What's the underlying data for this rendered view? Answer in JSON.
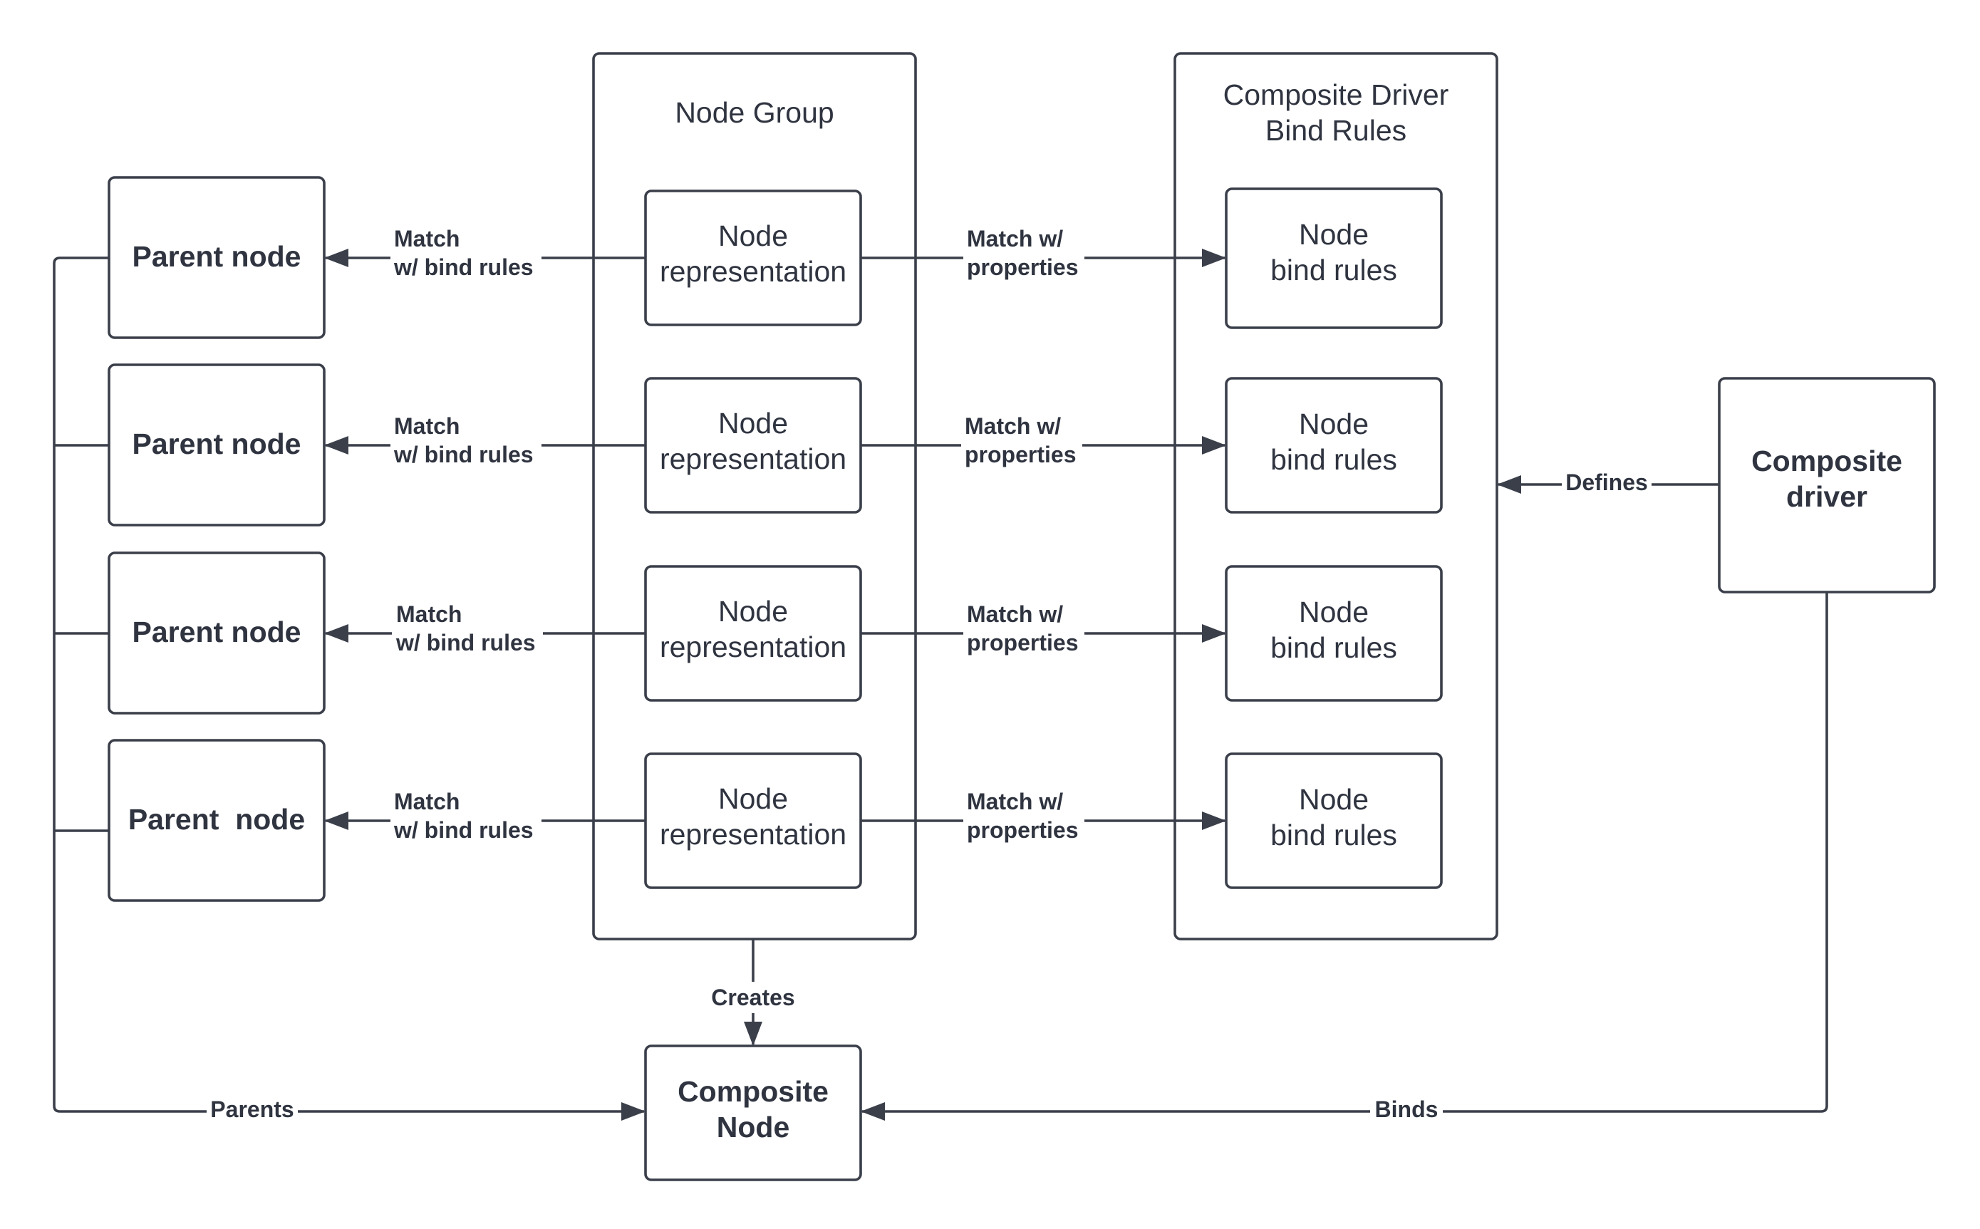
{
  "colors": {
    "stroke": "#3a3f4a",
    "text": "#2f3440",
    "background": "#ffffff"
  },
  "containers": {
    "node_group": {
      "title_lines": [
        "Node Group"
      ]
    },
    "bind_rules": {
      "title_lines": [
        "Composite Driver",
        "Bind Rules"
      ]
    }
  },
  "parent_nodes": [
    {
      "label": "Parent node"
    },
    {
      "label": "Parent node"
    },
    {
      "label": "Parent node"
    },
    {
      "label": "Parent  node"
    }
  ],
  "node_representations": [
    {
      "lines": [
        "Node",
        "representation"
      ]
    },
    {
      "lines": [
        "Node",
        "representation"
      ]
    },
    {
      "lines": [
        "Node",
        "representation"
      ]
    },
    {
      "lines": [
        "Node",
        "representation"
      ]
    }
  ],
  "node_bind_rules": [
    {
      "lines": [
        "Node",
        "bind rules"
      ]
    },
    {
      "lines": [
        "Node",
        "bind rules"
      ]
    },
    {
      "lines": [
        "Node",
        "bind rules"
      ]
    },
    {
      "lines": [
        "Node",
        "bind rules"
      ]
    }
  ],
  "composite_driver": {
    "lines": [
      "Composite",
      "driver"
    ]
  },
  "composite_node": {
    "lines": [
      "Composite",
      "Node"
    ]
  },
  "edge_labels": {
    "match_bind_rules": [
      "Match",
      "w/ bind rules"
    ],
    "match_properties": [
      "Match w/",
      "properties"
    ],
    "defines": "Defines",
    "creates": "Creates",
    "parents": "Parents",
    "binds": "Binds"
  }
}
